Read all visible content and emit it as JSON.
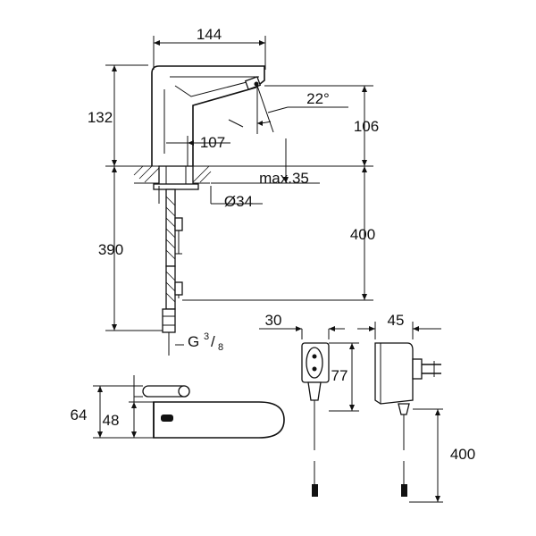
{
  "dimensions": {
    "spout_length": "144",
    "height_total": "132",
    "spout_angle": "22°",
    "spout_height": "106",
    "sensor_offset": "107",
    "deck_thickness": "max.35",
    "hole_diameter": "Ø34",
    "hose_length": "390",
    "cable_length": "400",
    "connection_thread_letter": "G",
    "connection_thread_num": "3",
    "connection_thread_den": "8",
    "width_64": "64",
    "width_48": "48",
    "psu_depth": "30",
    "psu_height": "77",
    "plug_depth": "45",
    "psu_cable_length": "400"
  }
}
